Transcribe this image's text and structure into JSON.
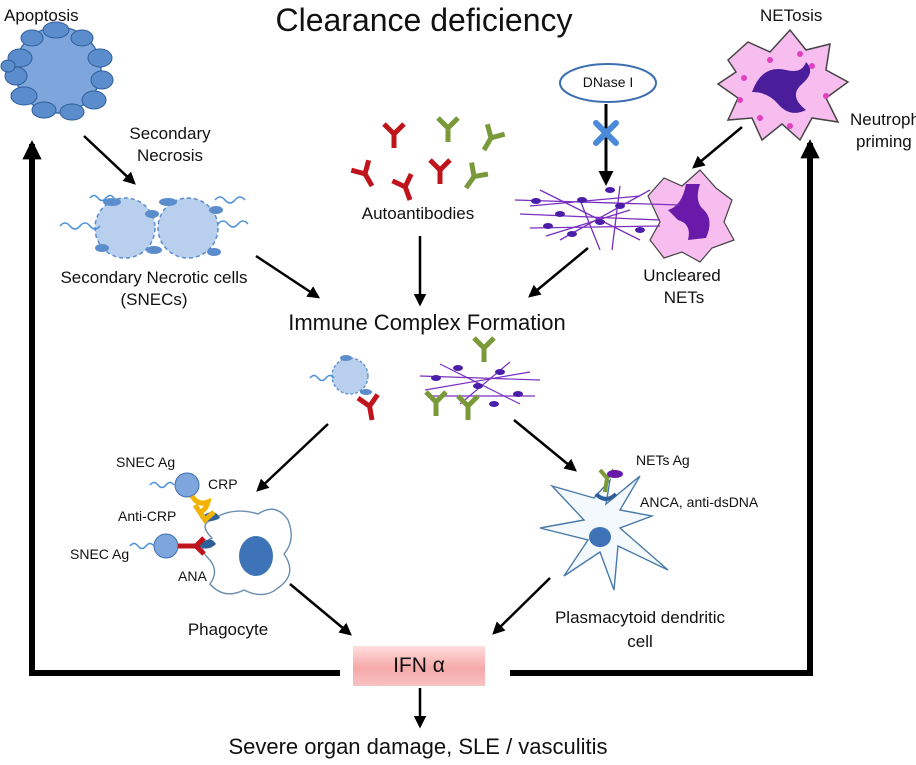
{
  "title": "Clearance deficiency",
  "labels": {
    "apoptosis": "Apoptosis",
    "netosis": "NETosis",
    "secondary_necrosis_1": "Secondary",
    "secondary_necrosis_2": "Necrosis",
    "autoantibodies": "Autoantibodies",
    "dnase": "DNase I",
    "neutrophil_1": "Neutrophil",
    "neutrophil_2": "priming",
    "snecs_1": "Secondary Necrotic cells",
    "snecs_2": "(SNECs)",
    "uncleared_1": "Uncleared",
    "uncleared_2": "NETs",
    "immune_complex": "Immune Complex Formation",
    "snec_ag_top": "SNEC Ag",
    "crp": "CRP",
    "anti_crp": "Anti-CRP",
    "snec_ag_bottom": "SNEC Ag",
    "ana": "ANA",
    "phagocyte": "Phagocyte",
    "nets_ag": "NETs Ag",
    "anca": "ANCA, anti-dsDNA",
    "pdc_1": "Plasmacytoid dendritic",
    "pdc_2": "cell",
    "ifn": "IFN α",
    "outcome": "Severe organ damage, SLE / vasculitis"
  },
  "colors": {
    "cell_blue": "#5b8ccc",
    "cell_light": "#b8d0ee",
    "antibody_red": "#c0141c",
    "antibody_green": "#7a9a3a",
    "net_purple": "#7a2fc0",
    "neutrophil_pink": "#f5b8ec",
    "crp_yellow": "#f2b400",
    "ifn_pink": "#f7a9a9"
  }
}
